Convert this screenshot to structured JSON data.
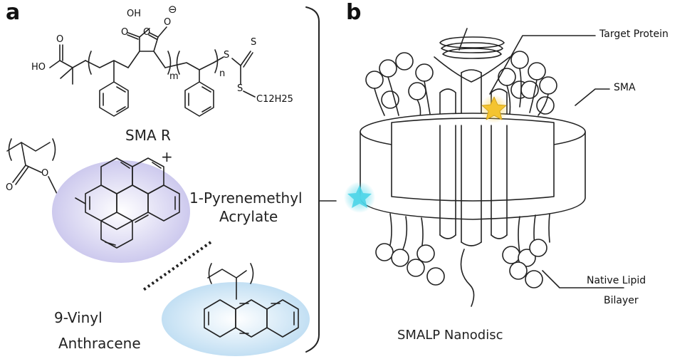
{
  "panel_a": {
    "letter": "a",
    "sma_label": "SMA R",
    "plus": "+",
    "pyrene_line1": "1-Pyrenemethyl",
    "pyrene_line2": "Acrylate",
    "vinyl_line1": "9-Vinyl",
    "vinyl_line2": "Anthracene",
    "atoms": {
      "ho": "HO",
      "o": "O",
      "oh": "OH",
      "minus": "⊖",
      "s": "S",
      "m": "m",
      "n": "n",
      "c12h25": "C12H25"
    },
    "colors": {
      "pyrene_highlight": "#c8c4ec",
      "anthracene_highlight": "#bcdcf2"
    }
  },
  "panel_b": {
    "letter": "b",
    "target_protein": "Target Protein",
    "sma": "SMA",
    "native_line1": "Native Lipid",
    "native_line2": "Bilayer",
    "caption": "SMALP Nanodisc",
    "colors": {
      "protein_star": "#f4c430",
      "fluorophore_star": "#46d2e6"
    }
  }
}
